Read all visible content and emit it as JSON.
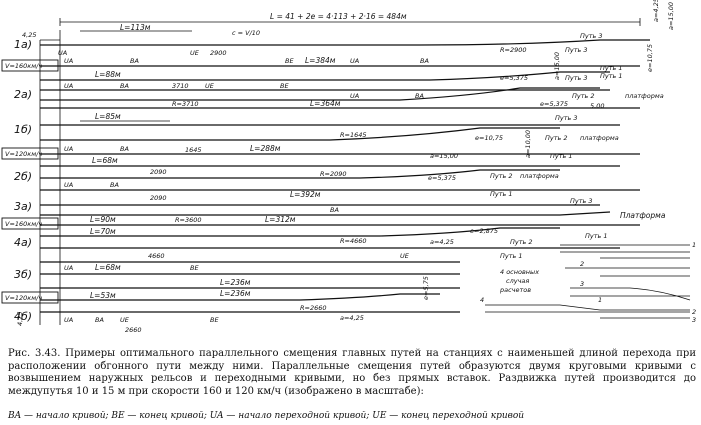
{
  "header": {
    "total_length": "L = 41 + 2e = 4·113 + 2·16 = 484м",
    "a_top": "a=4,25",
    "b_top": "a=15,00"
  },
  "rows": [
    {
      "id": "1a",
      "label": "1a)"
    },
    {
      "id": "2a",
      "label": "2a)"
    },
    {
      "id": "1b",
      "label": "1б)"
    },
    {
      "id": "2b",
      "label": "2б)"
    },
    {
      "id": "3a",
      "label": "3a)"
    },
    {
      "id": "4a",
      "label": "4a)"
    },
    {
      "id": "3b",
      "label": "3б)"
    },
    {
      "id": "4b",
      "label": "4б)"
    }
  ],
  "speeds": [
    "V=160км/ч",
    "V=120км/ч",
    "V=160км/ч",
    "V=120км/ч"
  ],
  "lengths": {
    "l113": "L=113м",
    "l384": "L=384м",
    "l88": "L=88м",
    "l364": "L=364м",
    "l85": "L=85м",
    "l288": "L=288м",
    "l68": "L=68м",
    "l392": "L=392м",
    "l90": "L=90м",
    "l312": "L=312м",
    "l70": "L=70м",
    "l68b": "L=68м",
    "l236a": "L=236м",
    "l236b": "L=236м",
    "l53": "L=53м"
  },
  "radii": {
    "r2900": "R=2900",
    "r2900b": "2900",
    "r3710": "3710",
    "r3710b": "R=3710",
    "r1645": "1645",
    "r1645b": "R=1645",
    "r2090": "2090",
    "r2090b": "R=2090",
    "r3600": "R=3600",
    "r4660": "R=4660",
    "r4660b": "4660",
    "r2660": "R=2660",
    "r2660b": "2660",
    "c": "c = V/10"
  },
  "offsets": {
    "e5375": "e=5,375",
    "e1075": "e=10,75",
    "e1075b": "e=10,75",
    "e5375b": "e=5,375",
    "a1500": "a=15,00",
    "a425a": "a=4,25",
    "a425b": "a=4,25",
    "a425c": "a=4,25",
    "e2875": "e=2,875",
    "e5575": "e=5,75",
    "a1000": "a=10,00",
    "v500": "5,00",
    "v425": "4,25"
  },
  "codes": {
    "ba": "BA",
    "be": "BE",
    "ua": "UA",
    "ue": "UE"
  },
  "tracks": {
    "p1": "Путь 1",
    "p2": "Путь 2",
    "p3": "Путь 3",
    "platform": "платформа",
    "platform2": "Платформа"
  },
  "schemes": {
    "title_lines": [
      "4 основных",
      "случая",
      "расчетов"
    ],
    "nums": [
      "1",
      "2",
      "3",
      "4",
      "1",
      "2",
      "3"
    ]
  },
  "caption": "Рис. 3.43. Примеры оптимального параллельного смещения главных путей на станциях с наименьшей длиной перехода при расположении обгонного пути между ними. Параллельные смещения путей образуются двумя круговыми кривыми с возвышением наружных рельсов и переходными кривыми, но без прямых вставок. Раздвижка путей производится до междупутья 10 и 15 м при скорости 160 и 120 км/ч (изображено в масштабе):",
  "legend": "BA — начало кривой; BE — конец кривой; UA — начало переходной кривой; UE — конец переходной кривой"
}
